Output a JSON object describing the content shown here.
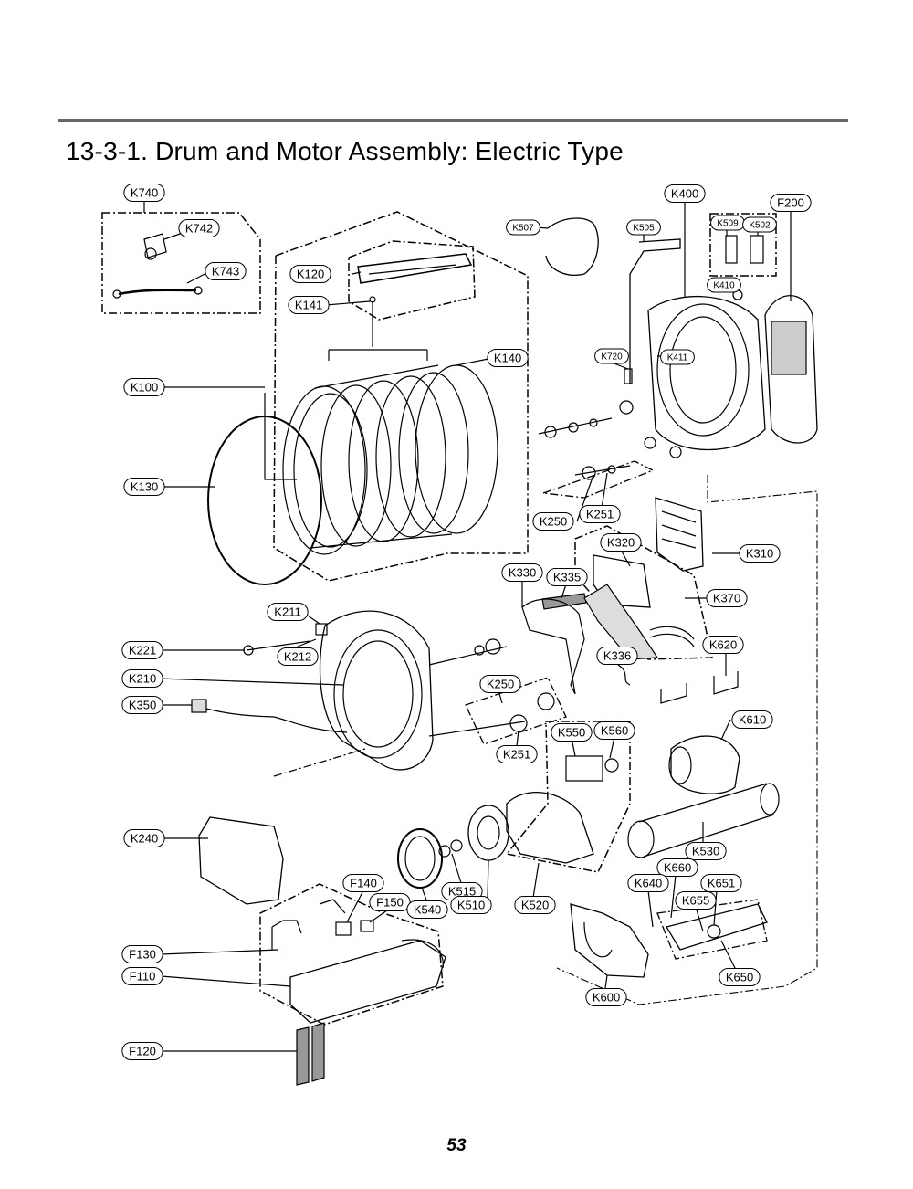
{
  "title": "13-3-1. Drum and Motor Assembly: Electric Type",
  "page_number": "53",
  "part_labels": [
    "K740",
    "K742",
    "K743",
    "K120",
    "K141",
    "K100",
    "K140",
    "K130",
    "K507",
    "K505",
    "K400",
    "F200",
    "K509",
    "K502",
    "K410",
    "K720",
    "K411",
    "K250",
    "K251",
    "K310",
    "K320",
    "K330",
    "K335",
    "K370",
    "K211",
    "K221",
    "K212",
    "K210",
    "K336",
    "K620",
    "K250",
    "K350",
    "K560",
    "K550",
    "K610",
    "K251",
    "K240",
    "K530",
    "K660",
    "K515",
    "F140",
    "K640",
    "K651",
    "F150",
    "K540",
    "K510",
    "K520",
    "K655",
    "F130",
    "F110",
    "K650",
    "K600",
    "F120"
  ]
}
